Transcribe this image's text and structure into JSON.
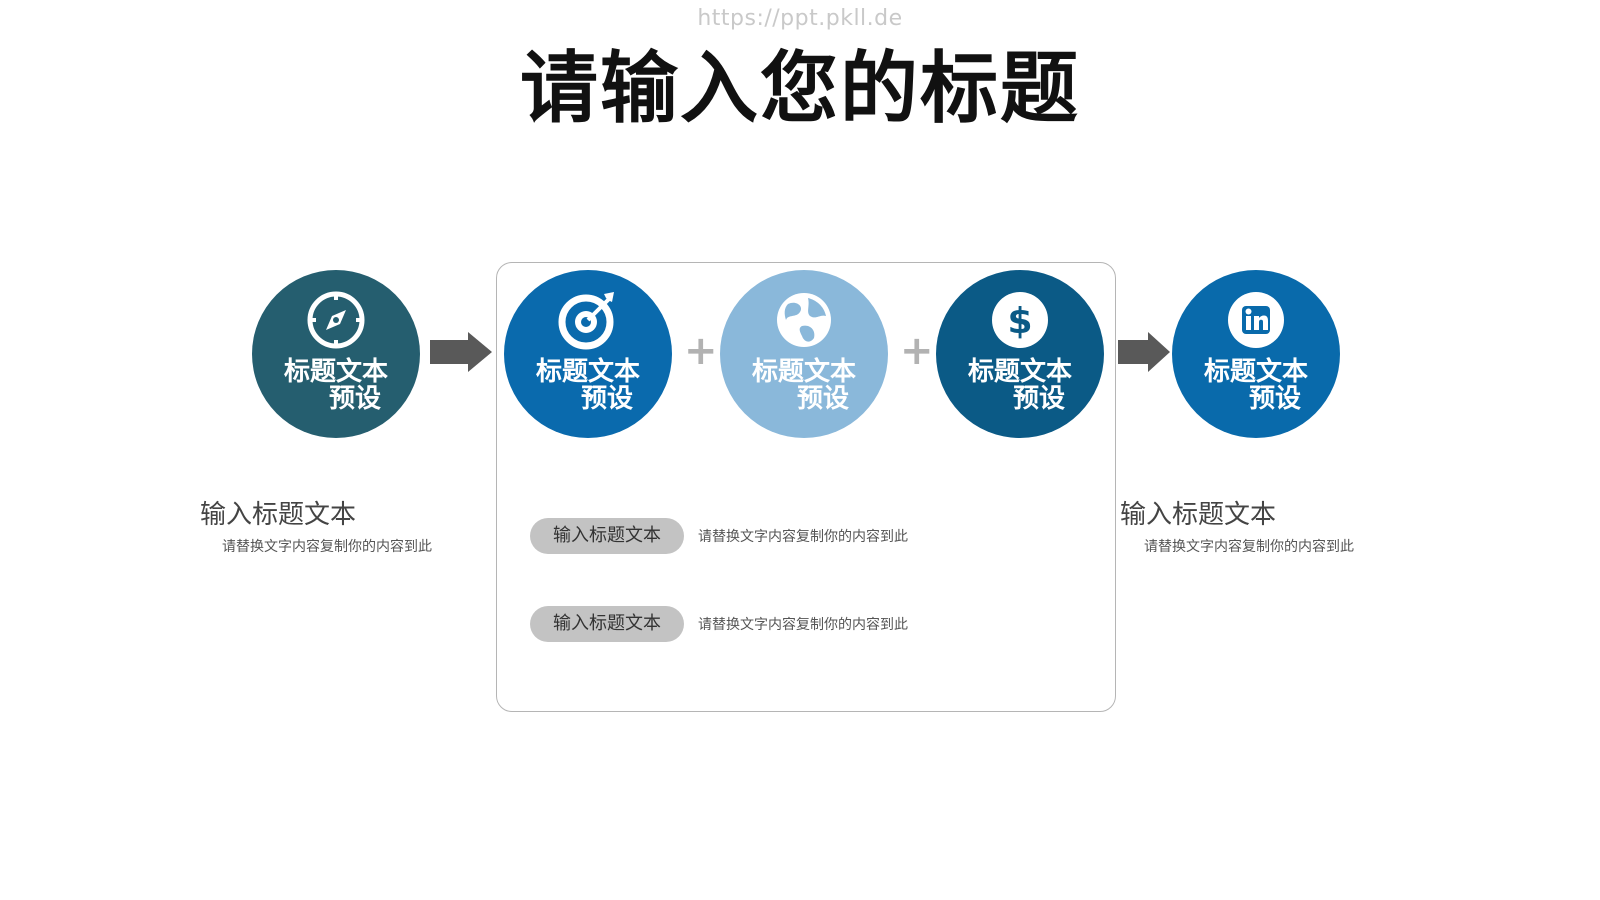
{
  "watermark": "https://ppt.pkll.de",
  "title": "请输入您的标题",
  "colors": {
    "circle_1": "#255e6f",
    "circle_2": "#0a6aad",
    "circle_3": "#8ab8da",
    "circle_4": "#0b5a86",
    "circle_5": "#096aab",
    "arrow": "#595959",
    "plus": "#b2b2b2",
    "pill": "#c3c3c3"
  },
  "circles": [
    {
      "line1": "标题文本",
      "line2": "预设",
      "icon": "compass-icon"
    },
    {
      "line1": "标题文本",
      "line2": "预设",
      "icon": "target-icon"
    },
    {
      "line1": "标题文本",
      "line2": "预设",
      "icon": "globe-icon"
    },
    {
      "line1": "标题文本",
      "line2": "预设",
      "icon": "dollar-icon"
    },
    {
      "line1": "标题文本",
      "line2": "预设",
      "icon": "linkedin-icon"
    }
  ],
  "connectors": {
    "plus": "+"
  },
  "left_block": {
    "title": "输入标题文本",
    "desc": "请替换文字内容复制你的内容到此"
  },
  "right_block": {
    "title": "输入标题文本",
    "desc": "请替换文字内容复制你的内容到此"
  },
  "panel_items": [
    {
      "pill": "输入标题文本",
      "desc": "请替换文字内容复制你的内容到此"
    },
    {
      "pill": "输入标题文本",
      "desc": "请替换文字内容复制你的内容到此"
    }
  ]
}
